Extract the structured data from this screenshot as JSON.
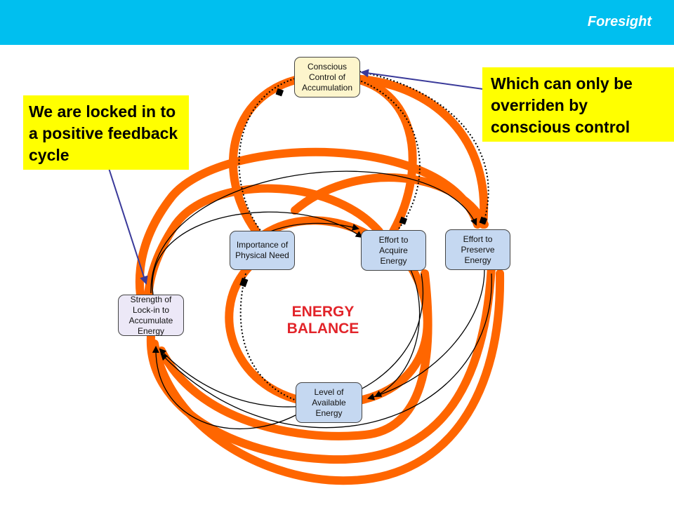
{
  "header": {
    "brand": "Foresight",
    "bar_color": "#00bfef"
  },
  "callouts": {
    "left": "We are locked in to a positive feedback cycle",
    "right": "Which can only be overriden by conscious control",
    "color": "#ffff00"
  },
  "nodes": {
    "conscious_control": "Conscious\nControl of\nAccumulation",
    "importance": "Importance of\nPhysical Need",
    "effort_acquire": "Effort to\nAcquire\nEnergy",
    "effort_preserve": "Effort to\nPreserve\nEnergy",
    "strength_lockin": "Strength of\nLock-in to\nAccumulate\nEnergy",
    "level_available": "Level of\nAvailable\nEnergy"
  },
  "center_label": "ENERGY\nBALANCE",
  "colors": {
    "loop": "#ff6600",
    "center_text": "#e2242a",
    "pointer": "#3a3a9a"
  }
}
